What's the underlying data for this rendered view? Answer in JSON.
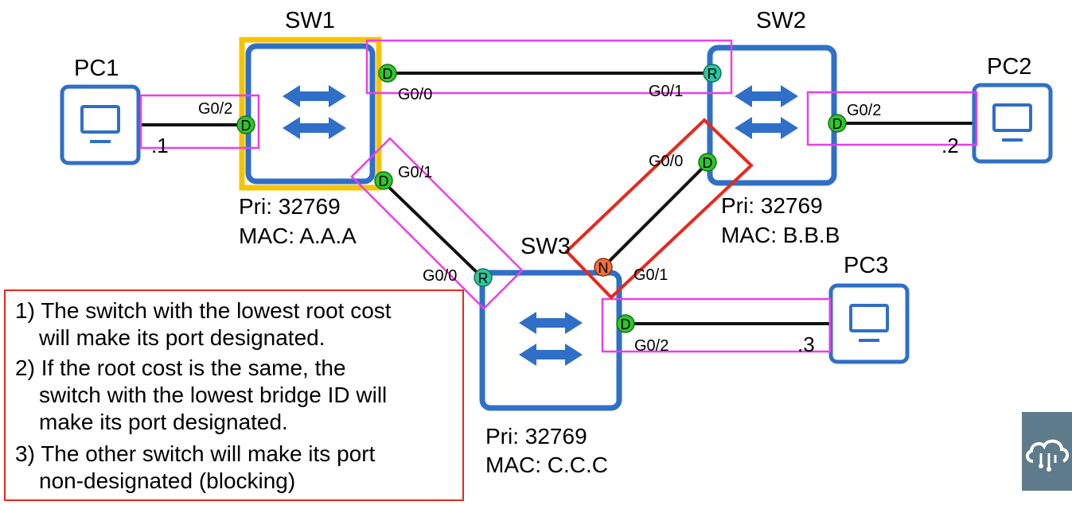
{
  "switches": {
    "sw1": {
      "name": "SW1",
      "priority": "Pri: 32769",
      "mac": "MAC: A.A.A",
      "root_bridge": true
    },
    "sw2": {
      "name": "SW2",
      "priority": "Pri: 32769",
      "mac": "MAC: B.B.B"
    },
    "sw3": {
      "name": "SW3",
      "priority": "Pri: 32769",
      "mac": "MAC: C.C.C"
    }
  },
  "pcs": {
    "pc1": {
      "name": "PC1",
      "address": ".1"
    },
    "pc2": {
      "name": "PC2",
      "address": ".2"
    },
    "pc3": {
      "name": "PC3",
      "address": ".3"
    }
  },
  "ports": {
    "sw1_g02": {
      "label": "G0/2",
      "role": "D"
    },
    "sw1_g00": {
      "label": "G0/0",
      "role": "D"
    },
    "sw1_g01": {
      "label": "G0/1",
      "role": "D"
    },
    "sw2_g01": {
      "label": "G0/1",
      "role": "R"
    },
    "sw2_g02": {
      "label": "G0/2",
      "role": "D"
    },
    "sw2_g00": {
      "label": "G0/0",
      "role": "D"
    },
    "sw3_g00": {
      "label": "G0/0",
      "role": "R"
    },
    "sw3_g01": {
      "label": "G0/1",
      "role": "N"
    },
    "sw3_g02": {
      "label": "G0/2",
      "role": "D"
    }
  },
  "rules": [
    {
      "num": "1)",
      "line1": "The switch with the lowest root cost",
      "line2": "will make its port designated."
    },
    {
      "num": "2)",
      "line1": "If the root cost is the same, the",
      "line2": "switch with the lowest bridge ID will",
      "line3": "make its port designated."
    },
    {
      "num": "3)",
      "line1": "The other switch will make its port",
      "line2": "non-designated (blocking)"
    }
  ],
  "colors": {
    "switch_border": "#2f6fc7",
    "root_highlight": "#f5c400",
    "segment_highlight": "#ea3fea",
    "focus_highlight": "#e8281c",
    "designated_port": "#2bc72b",
    "root_port": "#2ac7a0",
    "nondesignated_port": "#f0703a",
    "logo_bg": "#5d7b8b"
  },
  "icons": {
    "switch": "switch-arrows-icon",
    "pc": "monitor-icon",
    "logo": "cloud-circuit-icon"
  }
}
